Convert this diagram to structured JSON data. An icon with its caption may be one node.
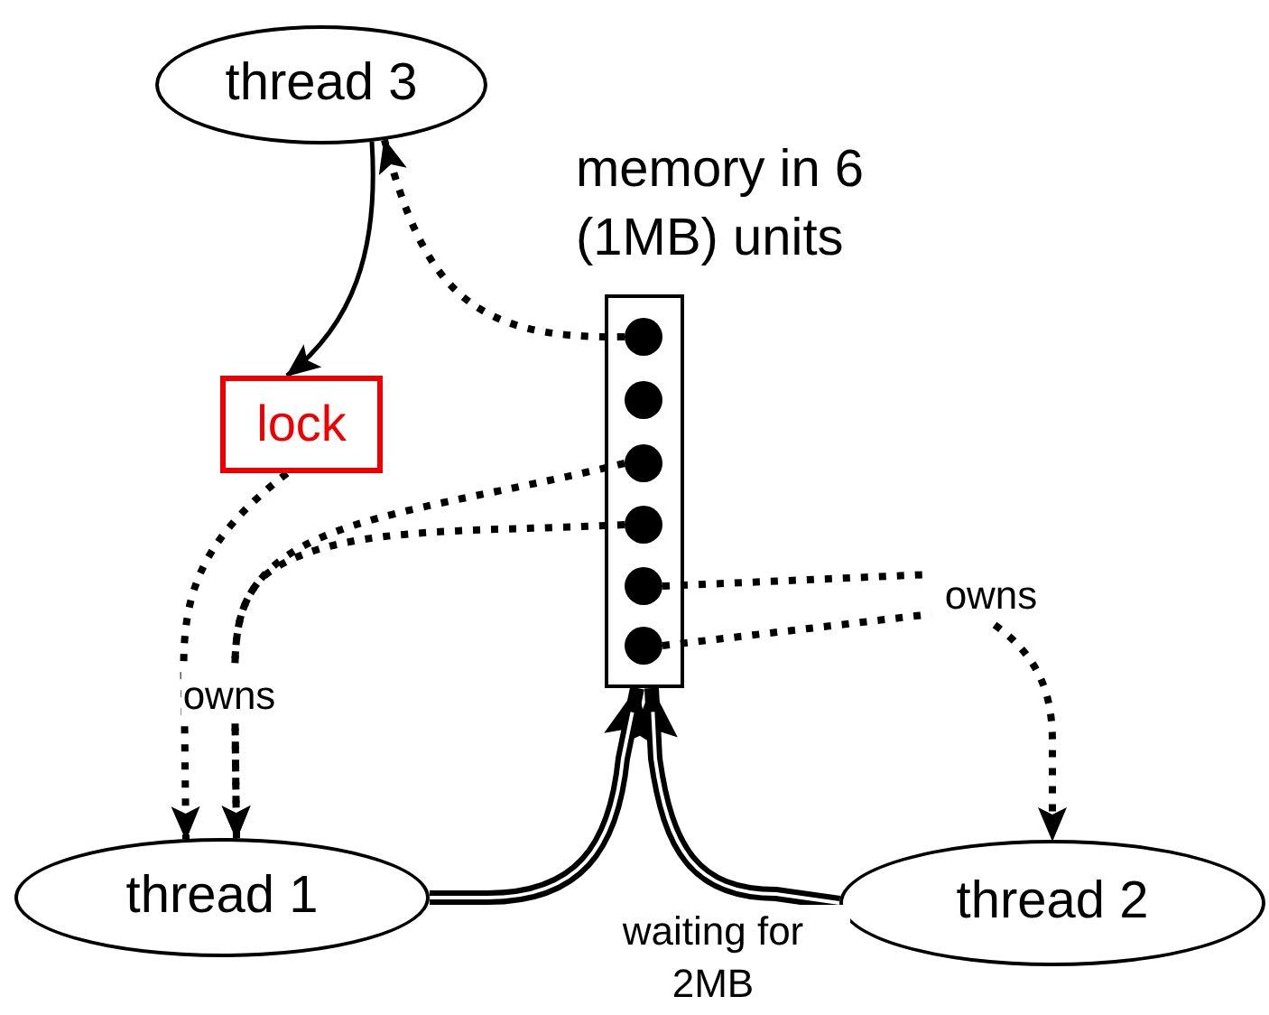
{
  "diagram": {
    "nodes": [
      {
        "text": [
          "thread 3"
        ]
      },
      {
        "text": [
          "memory in 6 (1MB) units"
        ]
      },
      {
        "text": [],
        "shape": "circle",
        "in": 1
      },
      {
        "text": [],
        "shape": "circle",
        "in": 1
      },
      {
        "text": [],
        "shape": "circle",
        "in": 1
      },
      {
        "text": [],
        "shape": "circle",
        "in": 1
      },
      {
        "text": [],
        "shape": "circle",
        "in": 1
      },
      {
        "text": [],
        "shape": "circle",
        "in": 1
      },
      {
        "text": [
          "lock"
        ]
      },
      {
        "text": [
          "thread 1"
        ]
      },
      {
        "text": [
          "thread 2"
        ]
      },
      {
        "text": [
          "owns"
        ]
      }
    ],
    "edges": [
      {
        "from": 0,
        "to": 8,
        "arrow": "to"
      },
      {
        "from": 2,
        "to": 0,
        "arrow": "to",
        "style": "dashed"
      },
      {
        "from": 8,
        "to": 9,
        "arrow": "to",
        "style": "dashed",
        "label": "owns"
      },
      {
        "from": 4,
        "to": 9,
        "arrow": "to",
        "style": "dashed"
      },
      {
        "from": 5,
        "to": 9,
        "arrow": "to",
        "style": "dashed"
      },
      {
        "from": 6,
        "to": 11,
        "arrow": "none",
        "style": "dashed"
      },
      {
        "from": 7,
        "to": 11,
        "arrow": "none",
        "style": "dashed"
      },
      {
        "from": 11,
        "to": 10,
        "arrow": "to",
        "style": "dashed"
      },
      {
        "from": 9,
        "to": 1,
        "arrow": "to",
        "style": "thick"
      },
      {
        "from": 10,
        "to": 1,
        "arrow": "to",
        "style": "thick",
        "label": "waiting for 2MB"
      }
    ]
  }
}
